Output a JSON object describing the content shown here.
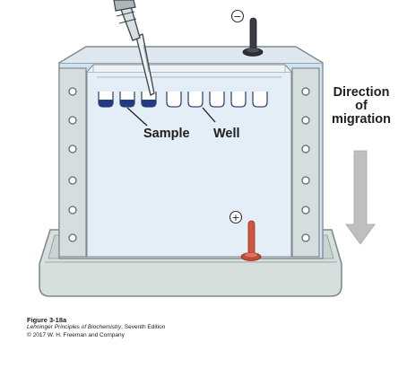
{
  "labels": {
    "sample": "Sample",
    "well": "Well",
    "direction_line1": "Direction",
    "direction_line2": "of",
    "direction_line3": "migration",
    "cathode_symbol": "−",
    "anode_symbol": "+"
  },
  "caption": {
    "figure": "Figure 3-18a",
    "book_title": "Lehninger Principles of Biochemistry",
    "book_edition": ", Seventh Edition",
    "copyright": "© 2017 W. H. Freeman and Company"
  },
  "wells": {
    "total": 8,
    "filled": 3
  },
  "colors": {
    "buffer": "#cfe3f4",
    "gel": "#e7f0f8",
    "frame": "#d6dedd",
    "frame_edge": "#7f8b8b",
    "sample": "#1f3b86",
    "cathode": "#3a3d43",
    "anode": "#d0553a",
    "arrow": "#bfbfbf"
  },
  "icons": {
    "cathode": "minus-electrode-icon",
    "anode": "plus-electrode-icon",
    "pipette": "pipette-icon",
    "arrow": "arrow-down-icon"
  }
}
